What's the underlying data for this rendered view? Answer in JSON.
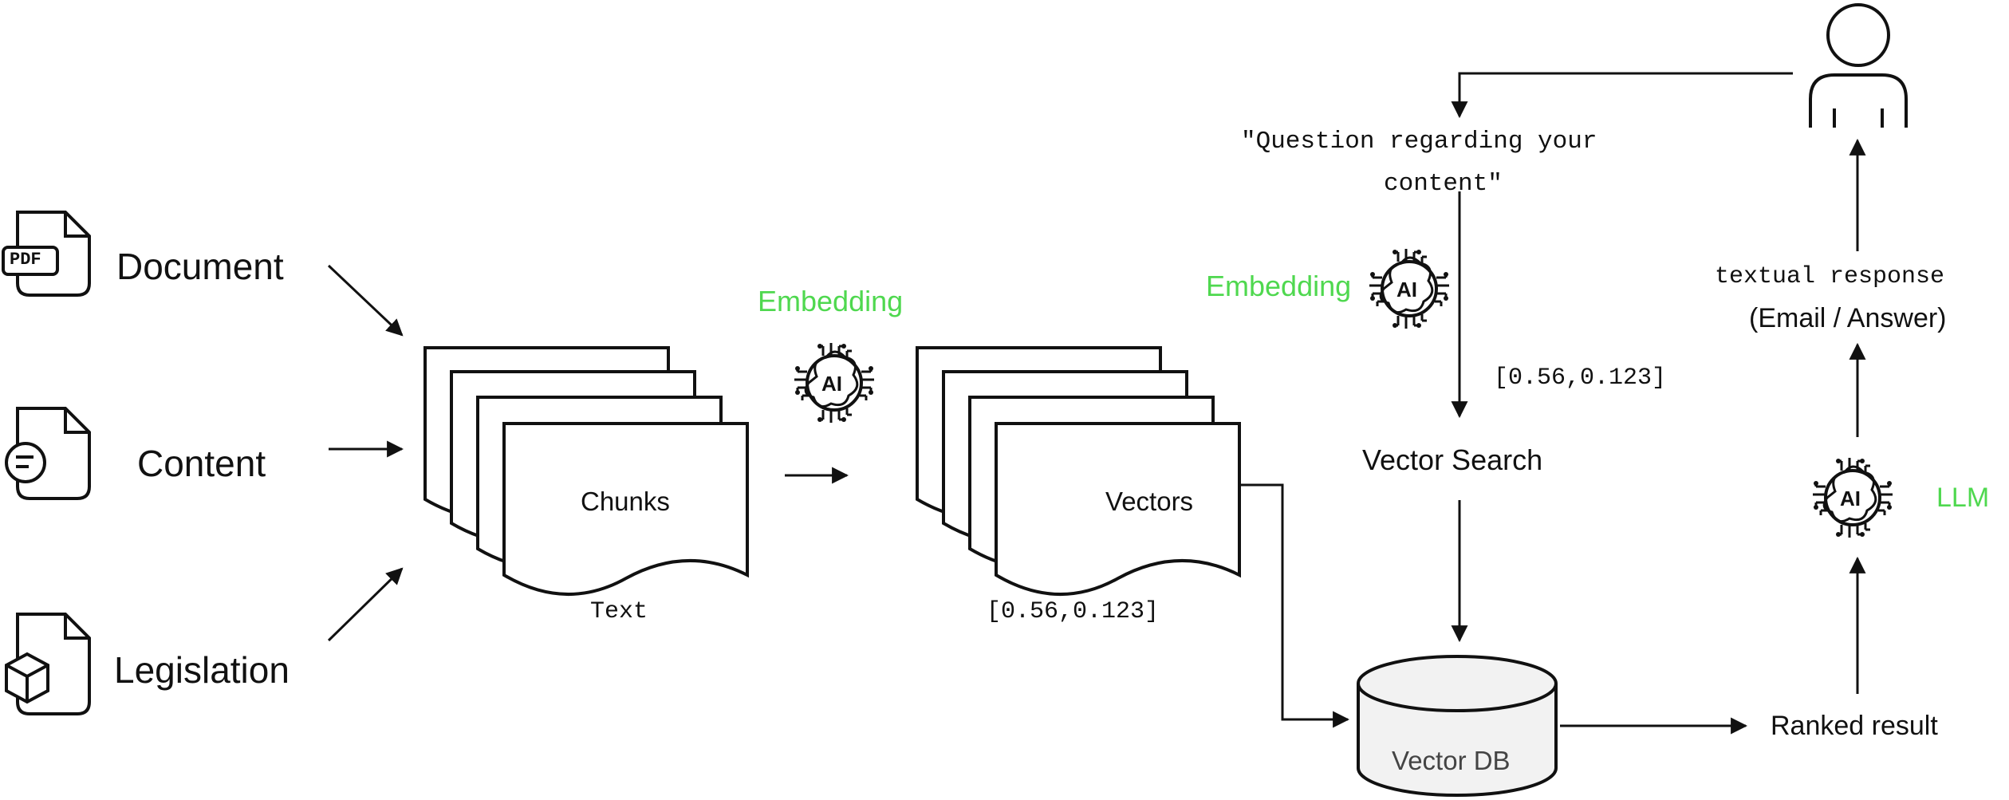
{
  "sources": [
    {
      "label": "Document",
      "icon": "pdf-file-icon",
      "icon_text": "PDF"
    },
    {
      "label": "Content",
      "icon": "chat-file-icon"
    },
    {
      "label": "Legislation",
      "icon": "box-file-icon"
    }
  ],
  "chunks": {
    "label": "Chunks",
    "caption": "Text"
  },
  "embedding_left": "Embedding",
  "ai_icon_text": "AI",
  "vectors": {
    "label": "Vectors",
    "caption": "[0.56,0.123]"
  },
  "query": {
    "line1": "\"Question regarding your",
    "line2": "content\""
  },
  "embedding_right": "Embedding",
  "query_vector": "[0.56,0.123]",
  "vector_search": "Vector Search",
  "vector_db": "Vector DB",
  "ranked_result": "Ranked result",
  "llm": "LLM",
  "response": {
    "line1": "textual response",
    "line2": "(Email / Answer)"
  },
  "colors": {
    "accent": "#4fd84f",
    "stroke": "#111111",
    "db_fill": "#f2f2f2"
  }
}
